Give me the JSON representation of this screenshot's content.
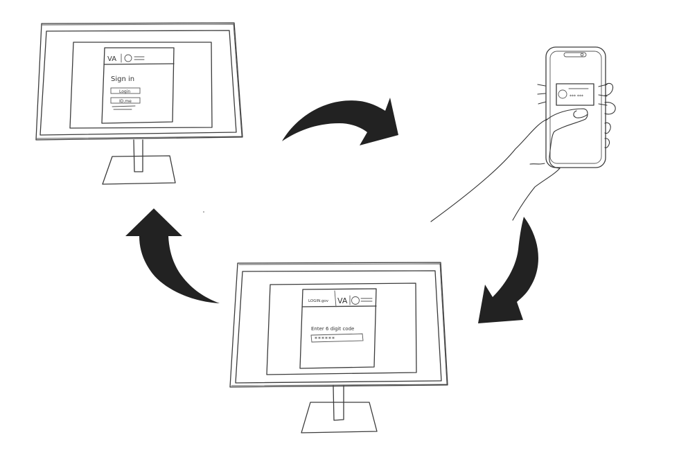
{
  "diagram": {
    "description": "Sketch of VA sign-in flow with Login.gov two-factor authentication",
    "colors": {
      "background": "#ffffff",
      "line": "#3a3a3a",
      "arrow": "#222222"
    }
  },
  "step1_monitor": {
    "header": {
      "logo": "VA",
      "icons": [
        "profile-circle-icon",
        "menu-icon"
      ]
    },
    "title": "Sign in",
    "buttons": [
      {
        "label": "Login"
      },
      {
        "label": "ID.me"
      }
    ]
  },
  "step2_phone": {
    "notification": {
      "code": "*** ***"
    }
  },
  "step3_monitor": {
    "header": {
      "partner_logo": "LOGIN.gov",
      "logo": "VA",
      "icons": [
        "profile-circle-icon",
        "menu-icon"
      ]
    },
    "prompt": "Enter 6 digit code",
    "code_input_value": "******"
  },
  "arrows": [
    {
      "from": "step1_monitor",
      "to": "step2_phone",
      "direction": "right"
    },
    {
      "from": "step2_phone",
      "to": "step3_monitor",
      "direction": "down-left"
    },
    {
      "from": "step3_monitor",
      "to": "step1_monitor",
      "direction": "up"
    }
  ]
}
